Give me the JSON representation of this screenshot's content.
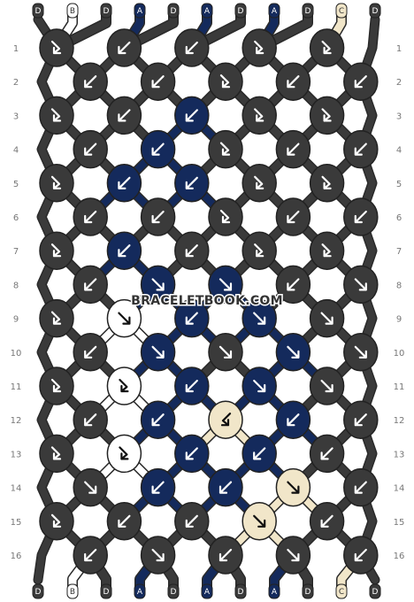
{
  "colors": {
    "D": "#3a3a3a",
    "B": "#ffffff",
    "A": "#142a5c",
    "C": "#f1e6c9"
  },
  "strands_top": [
    "D",
    "B",
    "D",
    "A",
    "D",
    "A",
    "D",
    "A",
    "D",
    "C",
    "D"
  ],
  "strands_bottom": [
    "D",
    "B",
    "D",
    "A",
    "D",
    "A",
    "D",
    "A",
    "D",
    "C",
    "D"
  ],
  "rows": [
    {
      "label": "1",
      "label_right": "1"
    },
    {
      "label": "2",
      "label_right": "2"
    },
    {
      "label": "3",
      "label_right": "3"
    },
    {
      "label": "4",
      "label_right": "4"
    },
    {
      "label": "5",
      "label_right": "5"
    },
    {
      "label": "6",
      "label_right": "6"
    },
    {
      "label": "7",
      "label_right": "7"
    },
    {
      "label": "8",
      "label_right": "8"
    },
    {
      "label": "9",
      "label_right": "9"
    },
    {
      "label": "10",
      "label_right": "10"
    },
    {
      "label": "11",
      "label_right": "11"
    },
    {
      "label": "12",
      "label_right": "12"
    },
    {
      "label": "13",
      "label_right": "13"
    },
    {
      "label": "14",
      "label_right": "14"
    },
    {
      "label": "15",
      "label_right": "15"
    },
    {
      "label": "16",
      "label_right": "16"
    }
  ],
  "knots": [
    [
      {
        "c": "D",
        "a": "fb"
      },
      {
        "c": "D",
        "a": "b"
      },
      {
        "c": "D",
        "a": "b"
      },
      {
        "c": "D",
        "a": "fb"
      },
      {
        "c": "D",
        "a": "fb"
      }
    ],
    [
      {
        "c": "D",
        "a": "b"
      },
      {
        "c": "D",
        "a": "b"
      },
      {
        "c": "D",
        "a": "fb"
      },
      {
        "c": "D",
        "a": "b"
      },
      {
        "c": "D",
        "a": "b"
      }
    ],
    [
      {
        "c": "D",
        "a": "fb"
      },
      {
        "c": "D",
        "a": "b"
      },
      {
        "c": "A",
        "a": "b"
      },
      {
        "c": "D",
        "a": "fb"
      },
      {
        "c": "D",
        "a": "fb"
      }
    ],
    [
      {
        "c": "D",
        "a": "b"
      },
      {
        "c": "A",
        "a": "b"
      },
      {
        "c": "D",
        "a": "fb"
      },
      {
        "c": "D",
        "a": "b"
      },
      {
        "c": "D",
        "a": "b"
      }
    ],
    [
      {
        "c": "D",
        "a": "fb"
      },
      {
        "c": "A",
        "a": "b"
      },
      {
        "c": "A",
        "a": "b"
      },
      {
        "c": "D",
        "a": "fb"
      },
      {
        "c": "D",
        "a": "fb"
      }
    ],
    [
      {
        "c": "D",
        "a": "b"
      },
      {
        "c": "D",
        "a": "b"
      },
      {
        "c": "D",
        "a": "fb"
      },
      {
        "c": "D",
        "a": "b"
      },
      {
        "c": "D",
        "a": "b"
      }
    ],
    [
      {
        "c": "D",
        "a": "fb"
      },
      {
        "c": "A",
        "a": "b"
      },
      {
        "c": "D",
        "a": "b"
      },
      {
        "c": "D",
        "a": "fb"
      },
      {
        "c": "D",
        "a": "fb"
      }
    ],
    [
      {
        "c": "D",
        "a": "b"
      },
      {
        "c": "A",
        "a": "f"
      },
      {
        "c": "A",
        "a": "f"
      },
      {
        "c": "D",
        "a": "b"
      },
      {
        "c": "D",
        "a": "f"
      }
    ],
    [
      {
        "c": "D",
        "a": "fb"
      },
      {
        "c": "B",
        "a": "f"
      },
      {
        "c": "A",
        "a": "b"
      },
      {
        "c": "A",
        "a": "f"
      },
      {
        "c": "D",
        "a": "f"
      }
    ],
    [
      {
        "c": "D",
        "a": "b"
      },
      {
        "c": "A",
        "a": "f"
      },
      {
        "c": "D",
        "a": "f"
      },
      {
        "c": "A",
        "a": "f"
      },
      {
        "c": "D",
        "a": "f"
      }
    ],
    [
      {
        "c": "D",
        "a": "fb"
      },
      {
        "c": "B",
        "a": "fb"
      },
      {
        "c": "A",
        "a": "b"
      },
      {
        "c": "A",
        "a": "f"
      },
      {
        "c": "D",
        "a": "f"
      }
    ],
    [
      {
        "c": "D",
        "a": "b"
      },
      {
        "c": "A",
        "a": "b"
      },
      {
        "c": "C",
        "a": "bf"
      },
      {
        "c": "A",
        "a": "b"
      },
      {
        "c": "D",
        "a": "b"
      }
    ],
    [
      {
        "c": "D",
        "a": "fb"
      },
      {
        "c": "B",
        "a": "fb"
      },
      {
        "c": "A",
        "a": "b"
      },
      {
        "c": "A",
        "a": "b"
      },
      {
        "c": "D",
        "a": "b"
      }
    ],
    [
      {
        "c": "D",
        "a": "f"
      },
      {
        "c": "A",
        "a": "b"
      },
      {
        "c": "A",
        "a": "b"
      },
      {
        "c": "C",
        "a": "f"
      },
      {
        "c": "D",
        "a": "b"
      }
    ],
    [
      {
        "c": "D",
        "a": "fb"
      },
      {
        "c": "D",
        "a": "b"
      },
      {
        "c": "D",
        "a": "b"
      },
      {
        "c": "C",
        "a": "f"
      },
      {
        "c": "D",
        "a": "b"
      }
    ],
    [
      {
        "c": "D",
        "a": "b"
      },
      {
        "c": "D",
        "a": "f"
      },
      {
        "c": "D",
        "a": "b"
      },
      {
        "c": "D",
        "a": "f"
      },
      {
        "c": "D",
        "a": "b"
      }
    ]
  ],
  "watermark": "BRACELETBOOK.COM"
}
